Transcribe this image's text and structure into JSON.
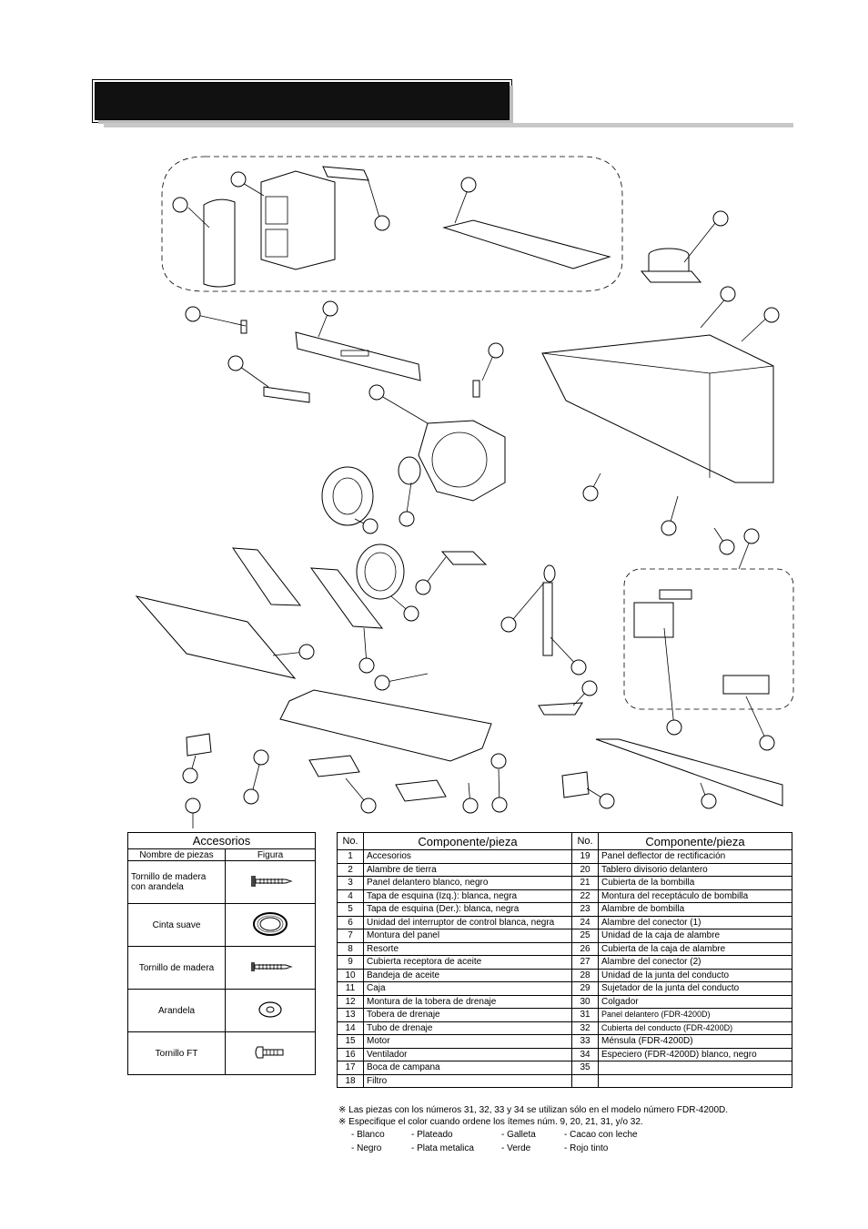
{
  "accessories_table": {
    "caption": "Accesorios",
    "col_name": "Nombre de piezas",
    "col_figure": "Figura",
    "rows": [
      {
        "name": "Tornillo de madera con arandela",
        "figure_icon": "wood-screw-washer-icon"
      },
      {
        "name": "Cinta suave",
        "figure_icon": "tape-roll-icon"
      },
      {
        "name": "Tornillo de madera",
        "figure_icon": "wood-screw-icon"
      },
      {
        "name": "Arandela",
        "figure_icon": "washer-icon"
      },
      {
        "name": "Tornillo FT",
        "figure_icon": "ft-screw-icon"
      }
    ]
  },
  "parts_table": {
    "col_no": "No.",
    "col_part": "Componente/pieza",
    "left": [
      {
        "no": "1",
        "part": "Accesorios"
      },
      {
        "no": "2",
        "part": "Alambre de tierra"
      },
      {
        "no": "3",
        "part": "Panel delantero blanco, negro"
      },
      {
        "no": "4",
        "part": "Tapa de esquina (Izq.): blanca, negra"
      },
      {
        "no": "5",
        "part": "Tapa de esquina (Der.): blanca, negra"
      },
      {
        "no": "6",
        "part": "Unidad del interruptor de control blanca, negra"
      },
      {
        "no": "7",
        "part": "Montura del panel"
      },
      {
        "no": "8",
        "part": "Resorte"
      },
      {
        "no": "9",
        "part": "Cubierta receptora de aceite"
      },
      {
        "no": "10",
        "part": "Bandeja de aceite"
      },
      {
        "no": "11",
        "part": "Caja"
      },
      {
        "no": "12",
        "part": "Montura de la tobera de drenaje"
      },
      {
        "no": "13",
        "part": "Tobera de drenaje"
      },
      {
        "no": "14",
        "part": "Tubo de drenaje"
      },
      {
        "no": "15",
        "part": "Motor"
      },
      {
        "no": "16",
        "part": "Ventilador"
      },
      {
        "no": "17",
        "part": "Boca de campana"
      },
      {
        "no": "18",
        "part": "Filtro"
      }
    ],
    "right": [
      {
        "no": "19",
        "part": "Panel deflector de rectificación"
      },
      {
        "no": "20",
        "part": "Tablero divisorio delantero"
      },
      {
        "no": "21",
        "part": "Cubierta de la bombilla"
      },
      {
        "no": "22",
        "part": "Montura del receptáculo de bombilla"
      },
      {
        "no": "23",
        "part": "Alambre de bombilla"
      },
      {
        "no": "24",
        "part": "Alambre del conector (1)"
      },
      {
        "no": "25",
        "part": "Unidad de la caja de alambre"
      },
      {
        "no": "26",
        "part": "Cubierta de la caja de alambre"
      },
      {
        "no": "27",
        "part": "Alambre del conector (2)"
      },
      {
        "no": "28",
        "part": "Unidad de la junta del conducto"
      },
      {
        "no": "29",
        "part": "Sujetador de la junta del conducto"
      },
      {
        "no": "30",
        "part": "Colgador"
      },
      {
        "no": "31",
        "part": "Panel delantero (FDR-4200D)"
      },
      {
        "no": "32",
        "part": "Cubierta del conducto (FDR-4200D)"
      },
      {
        "no": "33",
        "part": "Ménsula  (FDR-4200D)"
      },
      {
        "no": "34",
        "part": "Especiero (FDR-4200D) blanco, negro"
      },
      {
        "no": "35",
        "part": ""
      },
      {
        "no": "",
        "part": ""
      }
    ]
  },
  "notes": [
    "※ Las piezas con los números 31, 32, 33 y 34 se utilizan sólo en el modelo número FDR-4200D.",
    "※ Especifique el color cuando ordene los ítemes núm. 9, 20, 21, 31, y/o 32."
  ],
  "colors": [
    "- Blanco",
    "- Plateado",
    "- Galleta",
    "- Cacao con leche",
    "- Negro",
    "- Plata metalica",
    "- Verde",
    "- Rojo tinto"
  ]
}
